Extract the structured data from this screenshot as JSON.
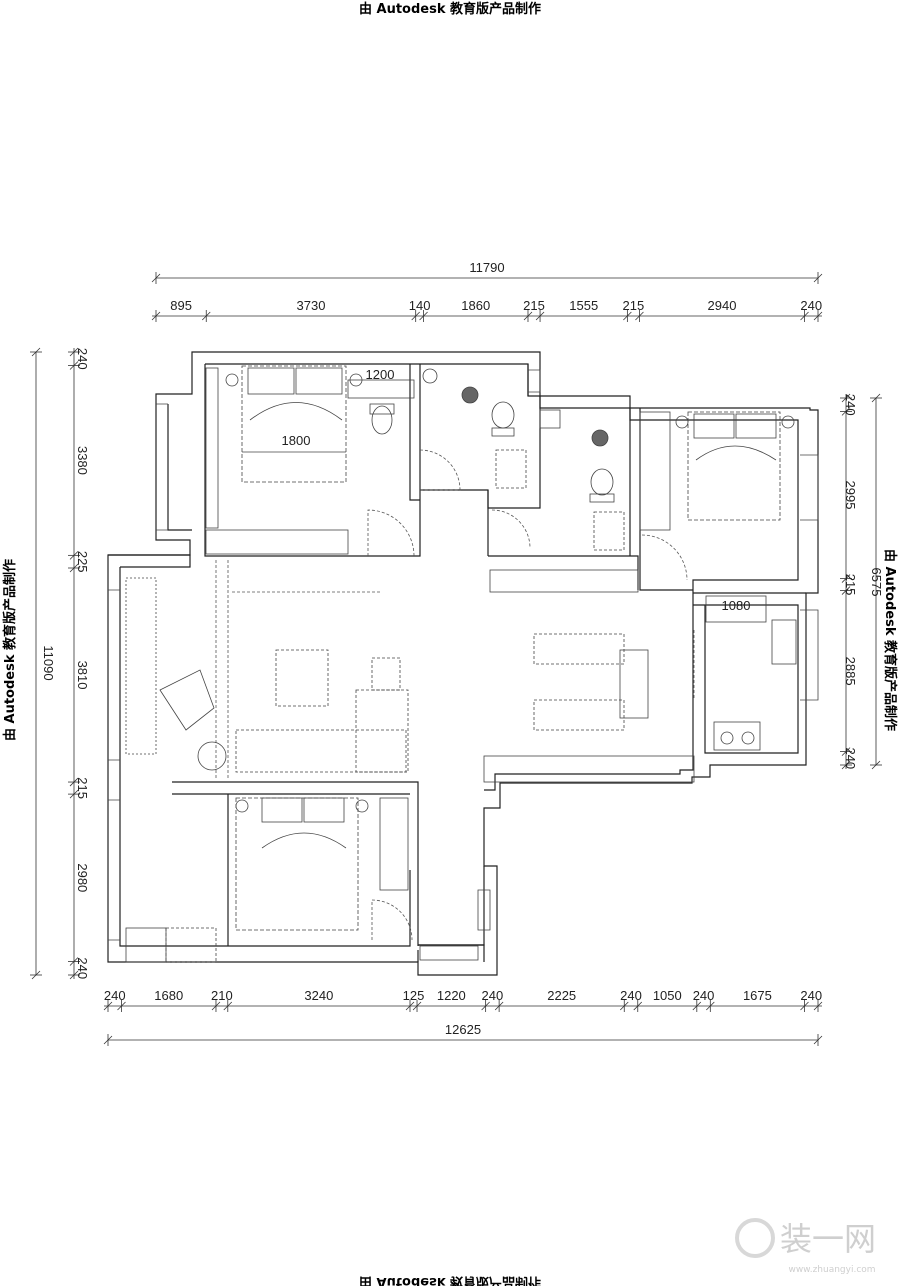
{
  "watermark": {
    "top": "由 Autodesk 教育版产品制作",
    "left": "由 Autodesk 教育版产品制作",
    "right": "由 Autodesk 教育版产品制作",
    "bottom": "由 Autodesk 教育版产品制作"
  },
  "dimensions": {
    "top_total": "11790",
    "top_segments": [
      "895",
      "3730",
      "140",
      "1860",
      "215",
      "1555",
      "215",
      "2940",
      "240"
    ],
    "bottom_total": "12625",
    "bottom_segments": [
      "240",
      "1680",
      "210",
      "3240",
      "125",
      "1220",
      "240",
      "2225",
      "240",
      "1050",
      "240",
      "1675",
      "240"
    ],
    "left_total": "11090",
    "left_segments": [
      "240",
      "3380",
      "225",
      "3810",
      "215",
      "2980",
      "240"
    ],
    "right_total": "6575",
    "right_segments": [
      "240",
      "2995",
      "215",
      "2885",
      "240"
    ]
  },
  "annotations": {
    "wardrobe_width": "1200",
    "bed_width": "1800",
    "counter_width": "1080"
  },
  "logo": {
    "text": "装一网",
    "url": "www.zhuangyi.com"
  }
}
